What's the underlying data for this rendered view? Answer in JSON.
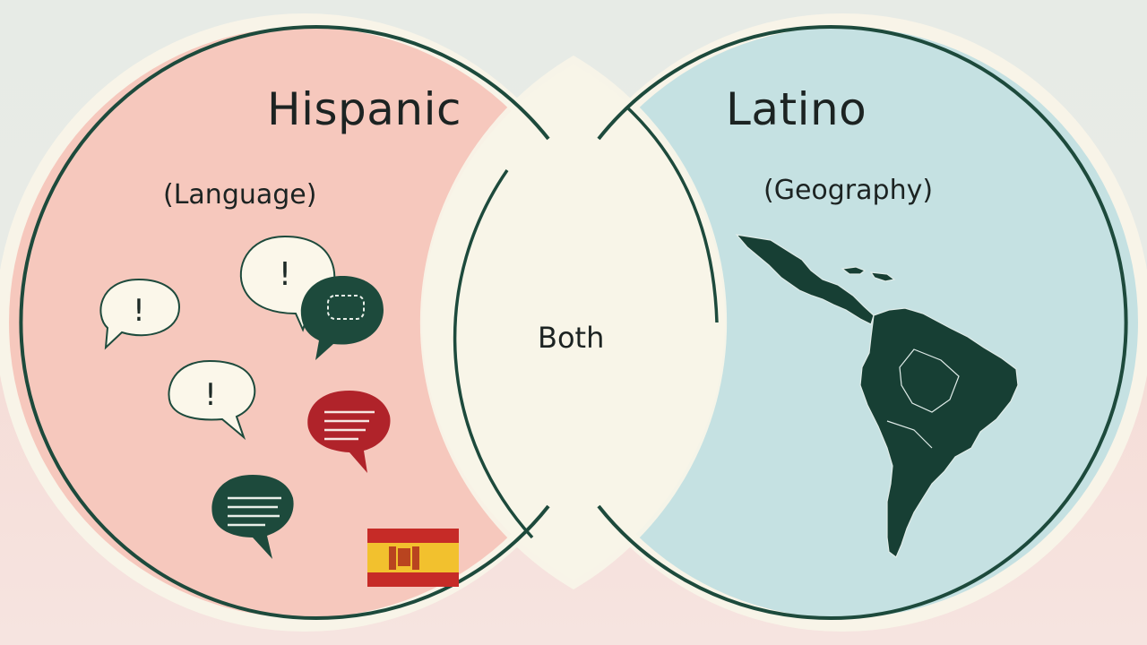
{
  "left_circle": {
    "title": "Hispanic",
    "subtitle": "(Language)"
  },
  "right_circle": {
    "title": "Latino",
    "subtitle": "(Geography)"
  },
  "overlap": {
    "label": "Both"
  },
  "colors": {
    "hispanic_fill": "#f6c8bd",
    "latino_fill": "#c5e1e2",
    "overlap_fill": "#f8f4e8",
    "outline": "#1d4a3c",
    "ring": "#f8f4e8",
    "bubble_dark": "#1d4a3c",
    "bubble_red": "#b0232a",
    "bubble_light": "#fbf7ea",
    "flag_red": "#c62b27",
    "flag_yellow": "#f2c12e",
    "map_fill": "#173f34"
  },
  "icons": [
    "speech-bubble-icon",
    "spain-flag-icon",
    "latin-america-map-icon"
  ]
}
